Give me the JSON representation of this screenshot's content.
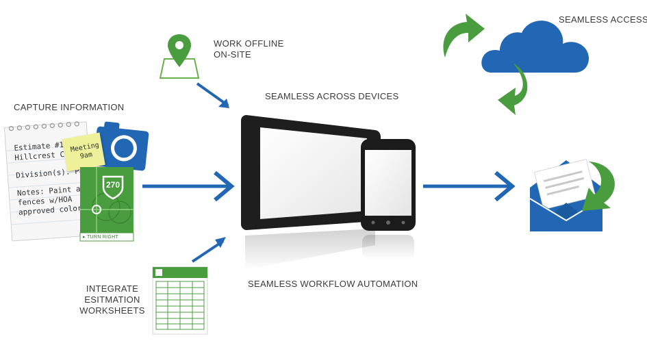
{
  "labels": {
    "work_offline_line1": "WORK OFFLINE",
    "work_offline_line2": "ON-SITE",
    "seamless_devices": "SEAMLESS ACROSS DEVICES",
    "seamless_access": "SEAMLESS ACCESS",
    "capture_information": "CAPTURE INFORMATION",
    "workflow_automation": "SEAMLESS WORKFLOW AUTOMATION",
    "integrate_line1": "INTEGRATE",
    "integrate_line2": "ESITMATION",
    "integrate_line3": "WORKSHEETS"
  },
  "notepad": {
    "line1": "Estimate #1000",
    "line2": "Hillcrest Condo",
    "line3": "Division(s): Paint",
    "line4": "Notes: Paint all",
    "line5": "fences w/HOA",
    "line6": "approved colors."
  },
  "sticky_note": {
    "line1": "Meeting",
    "line2": "9am"
  },
  "map_card": {
    "shield_number": "270",
    "direction": "TURN RIGHT"
  },
  "colors": {
    "blue": "#2167b4",
    "green": "#4a9d3f",
    "light_green": "#8cc63f"
  }
}
